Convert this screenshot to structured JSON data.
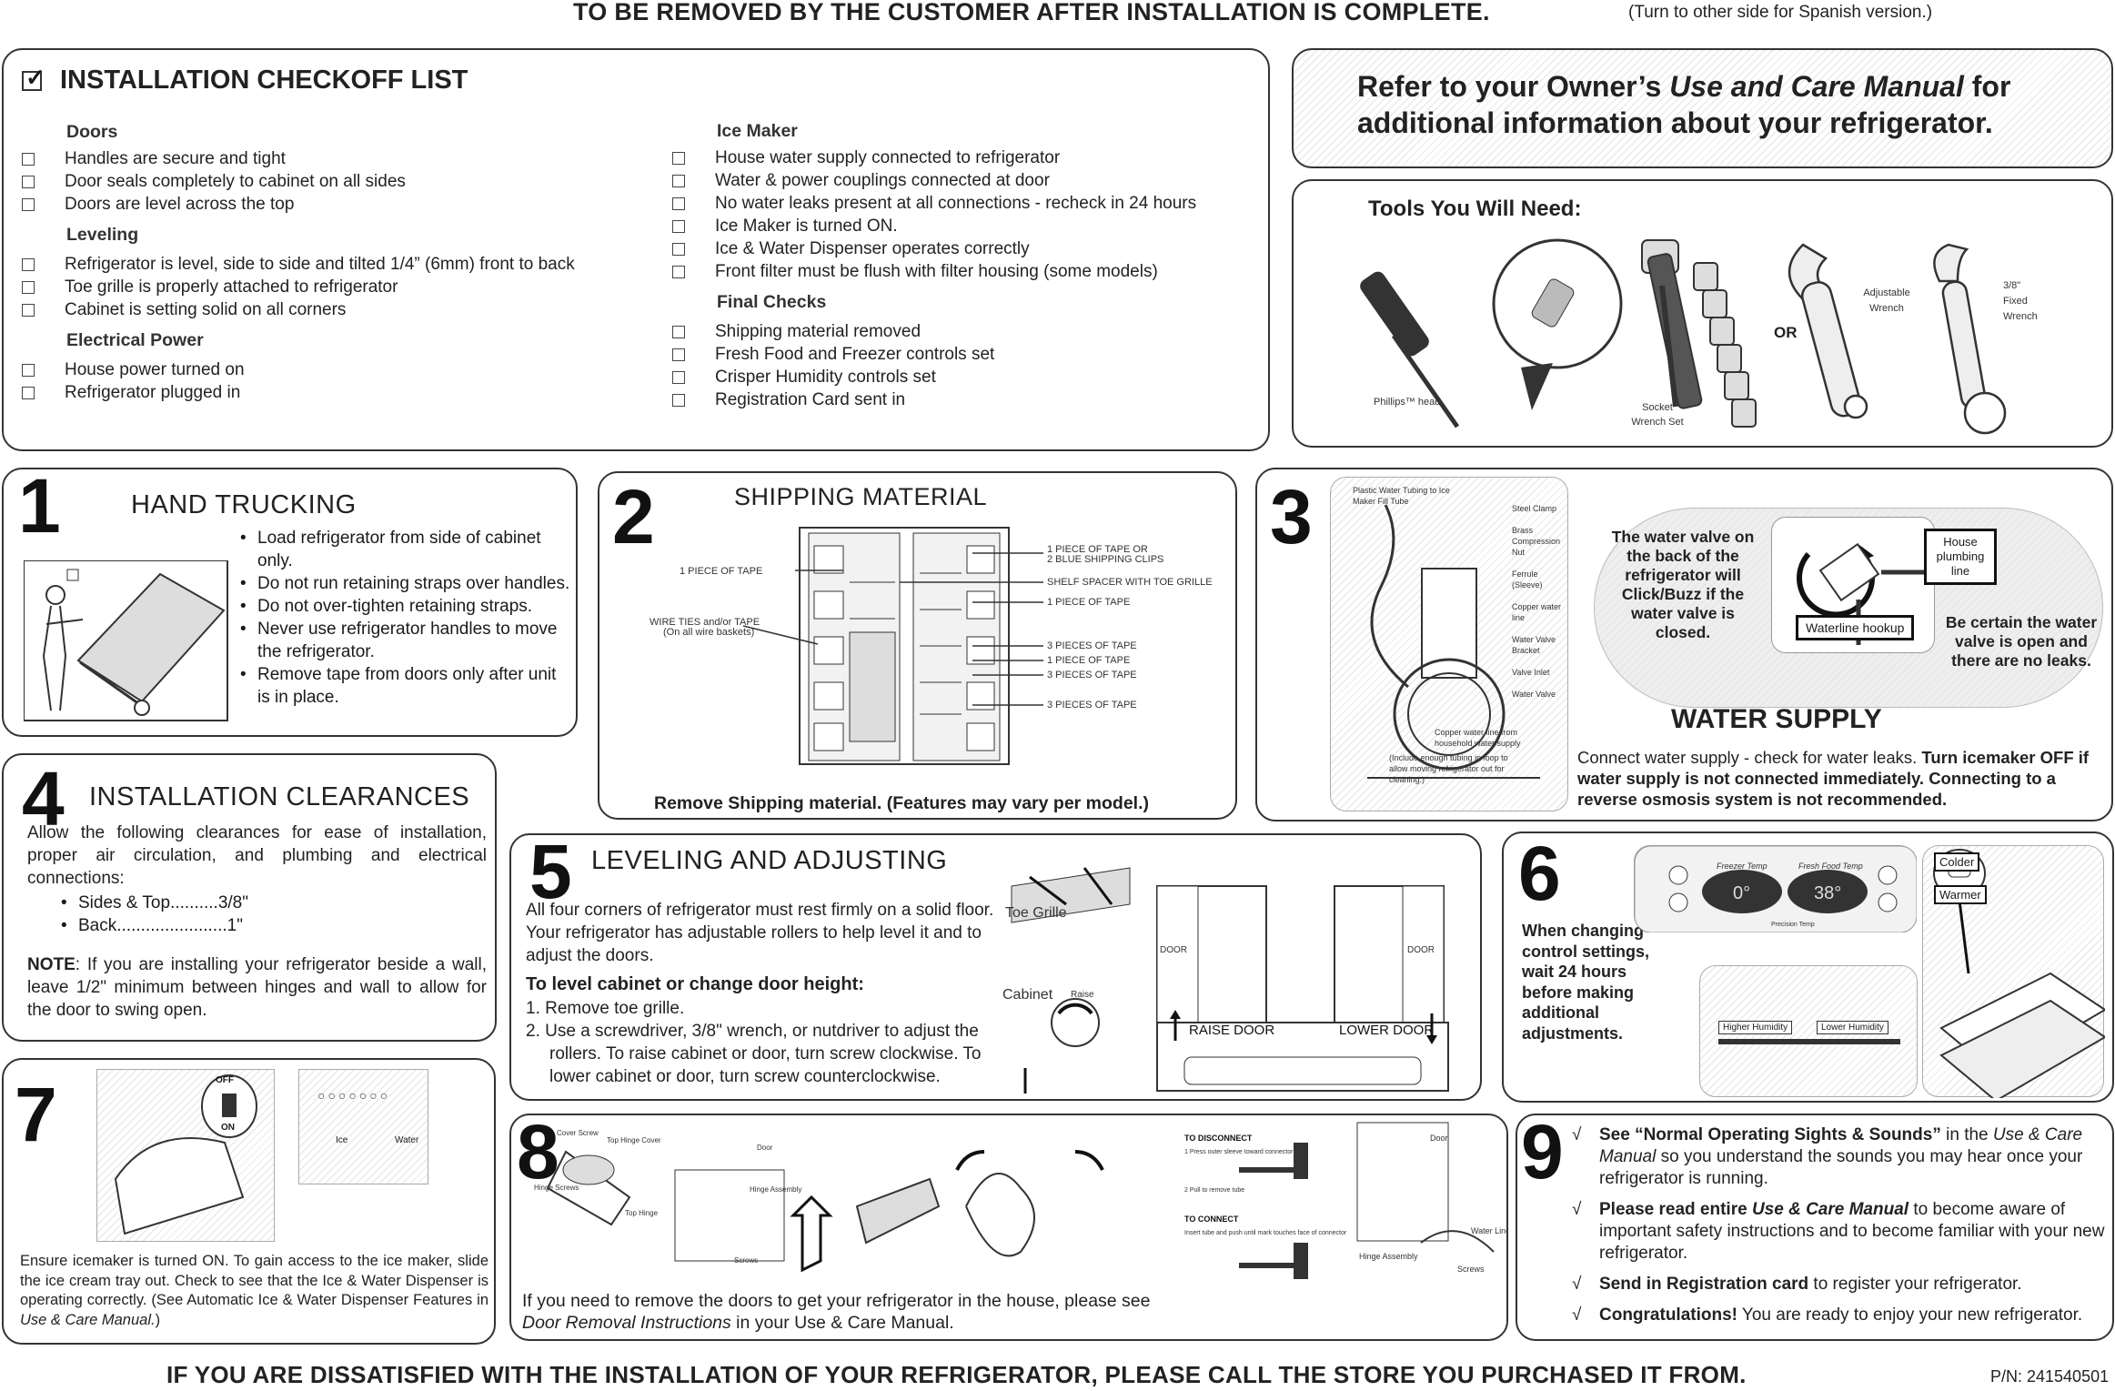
{
  "header": {
    "title": "TO BE REMOVED BY THE CUSTOMER AFTER INSTALLATION IS COMPLETE.",
    "spanish_note": "(Turn to other side for Spanish version.)"
  },
  "checklist": {
    "title": "INSTALLATION CHECKOFF LIST",
    "left_groups": [
      {
        "heading": "Doors",
        "items": [
          "Handles are secure and tight",
          "Door seals completely to cabinet on all sides",
          "Doors are level across the top"
        ]
      },
      {
        "heading": "Leveling",
        "items": [
          "Refrigerator is level, side to side and tilted 1/4” (6mm) front to back",
          "Toe grille is properly attached to refrigerator",
          "Cabinet is setting solid on all corners"
        ]
      },
      {
        "heading": "Electrical Power",
        "items": [
          "House power turned on",
          "Refrigerator plugged in"
        ]
      }
    ],
    "right_groups": [
      {
        "heading": "Ice Maker",
        "items": [
          "House water supply connected to refrigerator",
          "Water & power couplings connected at door",
          "No water leaks present at all connections - recheck in 24 hours",
          "Ice Maker is turned ON.",
          "Ice & Water Dispenser operates correctly",
          "Front filter must be flush with filter housing (some models)"
        ]
      },
      {
        "heading": "Final Checks",
        "items": [
          "Shipping material removed",
          "Fresh Food and Freezer controls set",
          "Crisper Humidity controls set",
          "Registration Card sent in"
        ]
      }
    ]
  },
  "refer": {
    "line1_a": "Refer to your Owner’s ",
    "line1_em": "Use and Care Manual",
    "line1_b": " for",
    "line2": "additional information about your refrigerator."
  },
  "tools": {
    "title": "Tools You Will Need:",
    "phillips": "Phillips™ head",
    "socket": "Socket",
    "socket2": "Wrench Set",
    "or": "OR",
    "adjustable": "Adjustable",
    "adjustable2": "Wrench",
    "fixed1": "3/8\"",
    "fixed2": "Fixed",
    "fixed3": "Wrench"
  },
  "s1": {
    "num": "1",
    "title": "HAND TRUCKING",
    "bullets": [
      "Load refrigerator from side of cabinet only.",
      "Do not run retaining straps over handles.",
      "Do not over-tighten retaining straps.",
      "Never use refrigerator handles to move the refrigerator.",
      "Remove tape from doors only after unit is in place."
    ]
  },
  "s2": {
    "num": "2",
    "title": "SHIPPING MATERIAL",
    "labels": {
      "one_tape_left": "1 PIECE OF TAPE",
      "wire_ties": "WIRE TIES and/or TAPE",
      "wire_ties2": "(On all wire baskets)",
      "r1a": "1 PIECE OF TAPE OR",
      "r1b": "2 BLUE SHIPPING CLIPS",
      "r2": "SHELF SPACER WITH TOE GRILLE",
      "r3": "1 PIECE OF TAPE",
      "r4": "3 PIECES OF TAPE",
      "r5": "1 PIECE OF TAPE",
      "r6": "3 PIECES OF TAPE",
      "r7": "3 PIECES OF TAPE"
    },
    "caption": "Remove Shipping material. (Features may vary per model.)"
  },
  "s3": {
    "num": "3",
    "diagram_labels": [
      "Plastic Water Tubing to Ice Maker Fill Tube",
      "Steel Clamp",
      "Brass Compression Nut",
      "Ferrule (Sleeve)",
      "Copper water line",
      "Water Valve Bracket",
      "Valve Inlet",
      "Water Valve",
      "Copper water line from household water supply",
      "(Include enough tubing in loop to allow moving refrigerator out for cleaning.)"
    ],
    "bubble1": "The water valve on the back of the refrigerator will Click/Buzz if the water valve is closed.",
    "house_plumbing": "House plumbing line",
    "waterline_hookup": "Waterline hookup",
    "bubble2": "Be certain the water valve is open and there are no leaks.",
    "title": "WATER SUPPLY",
    "body_a": "Connect water supply - check for water leaks. ",
    "body_b": "Turn icemaker OFF if water supply is not connected immediately. Connecting to a reverse osmosis system is not recommended."
  },
  "s4": {
    "num": "4",
    "title": "INSTALLATION CLEARANCES",
    "intro": "Allow the following clearances for ease of installation, proper air circulation, and plumbing and electrical connections:",
    "bullets": [
      "Sides & Top..........3/8\"",
      "Back.......................1\""
    ],
    "note_label": "NOTE",
    "note_text": ": If you are installing your refrigerator beside a wall, leave 1/2\" minimum between hinges and wall to allow for the door to swing open."
  },
  "s5": {
    "num": "5",
    "title": "LEVELING AND ADJUSTING",
    "body": "All four corners of refrigerator must rest firmly on a solid floor. Your refrigerator has adjustable rollers to help level it and to adjust the doors.",
    "subhead": "To level cabinet or change door height:",
    "steps": [
      "1.  Remove toe grille.",
      "2.  Use a screwdriver, 3/8\" wrench, or nutdriver to adjust the rollers. To raise cabinet or door, turn screw clockwise. To lower cabinet or door, turn screw counterclockwise."
    ],
    "toe_grille": "Toe Grille",
    "cabinet": "Cabinet",
    "raise_small": "Raise",
    "door": "DOOR",
    "raise_door": "RAISE DOOR",
    "lower_door": "LOWER DOOR"
  },
  "s6": {
    "num": "6",
    "text": "When changing control settings, wait 24 hours before making additional adjustments.",
    "freezer_temp": "Freezer Temp",
    "fresh_food_temp": "Fresh Food Temp",
    "freezer_val": "0°",
    "fresh_val": "38°",
    "precision_temp": "Precision Temp",
    "colder": "Colder",
    "warmer": "Warmer",
    "higher_humidity": "Higher Humidity",
    "lower_humidity": "Lower Humidity"
  },
  "s7": {
    "num": "7",
    "off": "OFF",
    "on": "ON",
    "ice": "Ice",
    "water": "Water",
    "body_a": "Ensure icemaker is turned ON. To gain access to the ice maker, slide the ice cream tray out. Check to see that the Ice & Water Dispenser is operating correctly. (See Automatic Ice & Water Dispenser Features in ",
    "body_em": "Use & Care Manual.",
    "body_b": ")"
  },
  "s8": {
    "num": "8",
    "labels": {
      "cover_screw": "Cover Screw",
      "top_hinge_cover": "Top Hinge Cover",
      "hinge_screws": "Hinge Screws",
      "top_hinge": "Top Hinge",
      "door": "Door",
      "hinge_assembly": "Hinge Assembly",
      "screws": "Screws",
      "to_disconnect": "TO DISCONNECT",
      "disc1": "1 Press outer sleeve toward connector",
      "disc2": "2 Pull to remove tube",
      "to_connect": "TO CONNECT",
      "conn": "Insert tube and push until mark touches face of connector",
      "door2": "Door",
      "water_line": "Water Line Tubing",
      "hinge_assembly2": "Hinge Assembly",
      "screws2": "Screws"
    },
    "body_a": "If you need to remove the doors to get your refrigerator in the house, please see",
    "body_em": "Door Removal Instructions",
    "body_b": " in your Use & Care Manual."
  },
  "s9": {
    "num": "9",
    "items": [
      {
        "bold": "See “Normal Operating Sights & Sounds”",
        "rest_a": " in the ",
        "em": "Use & Care Manual",
        "rest_b": " so you understand the sounds you may hear once your refrigerator is running."
      },
      {
        "bold": "Please read entire ",
        "bold_em": "Use & Care Manual",
        "rest_b": " to become aware of important safety instructions and to become familiar with your new refrigerator."
      },
      {
        "bold": "Send in Registration card",
        "rest_b": " to register your refrigerator."
      },
      {
        "bold": "Congratulations!",
        "rest_b": " You are ready to enjoy your new refrigerator."
      }
    ]
  },
  "footer": {
    "text": "IF YOU ARE DISSATISFIED WITH THE INSTALLATION OF YOUR REFRIGERATOR, PLEASE CALL THE STORE YOU PURCHASED IT FROM.",
    "pn": "P/N: 241540501"
  }
}
